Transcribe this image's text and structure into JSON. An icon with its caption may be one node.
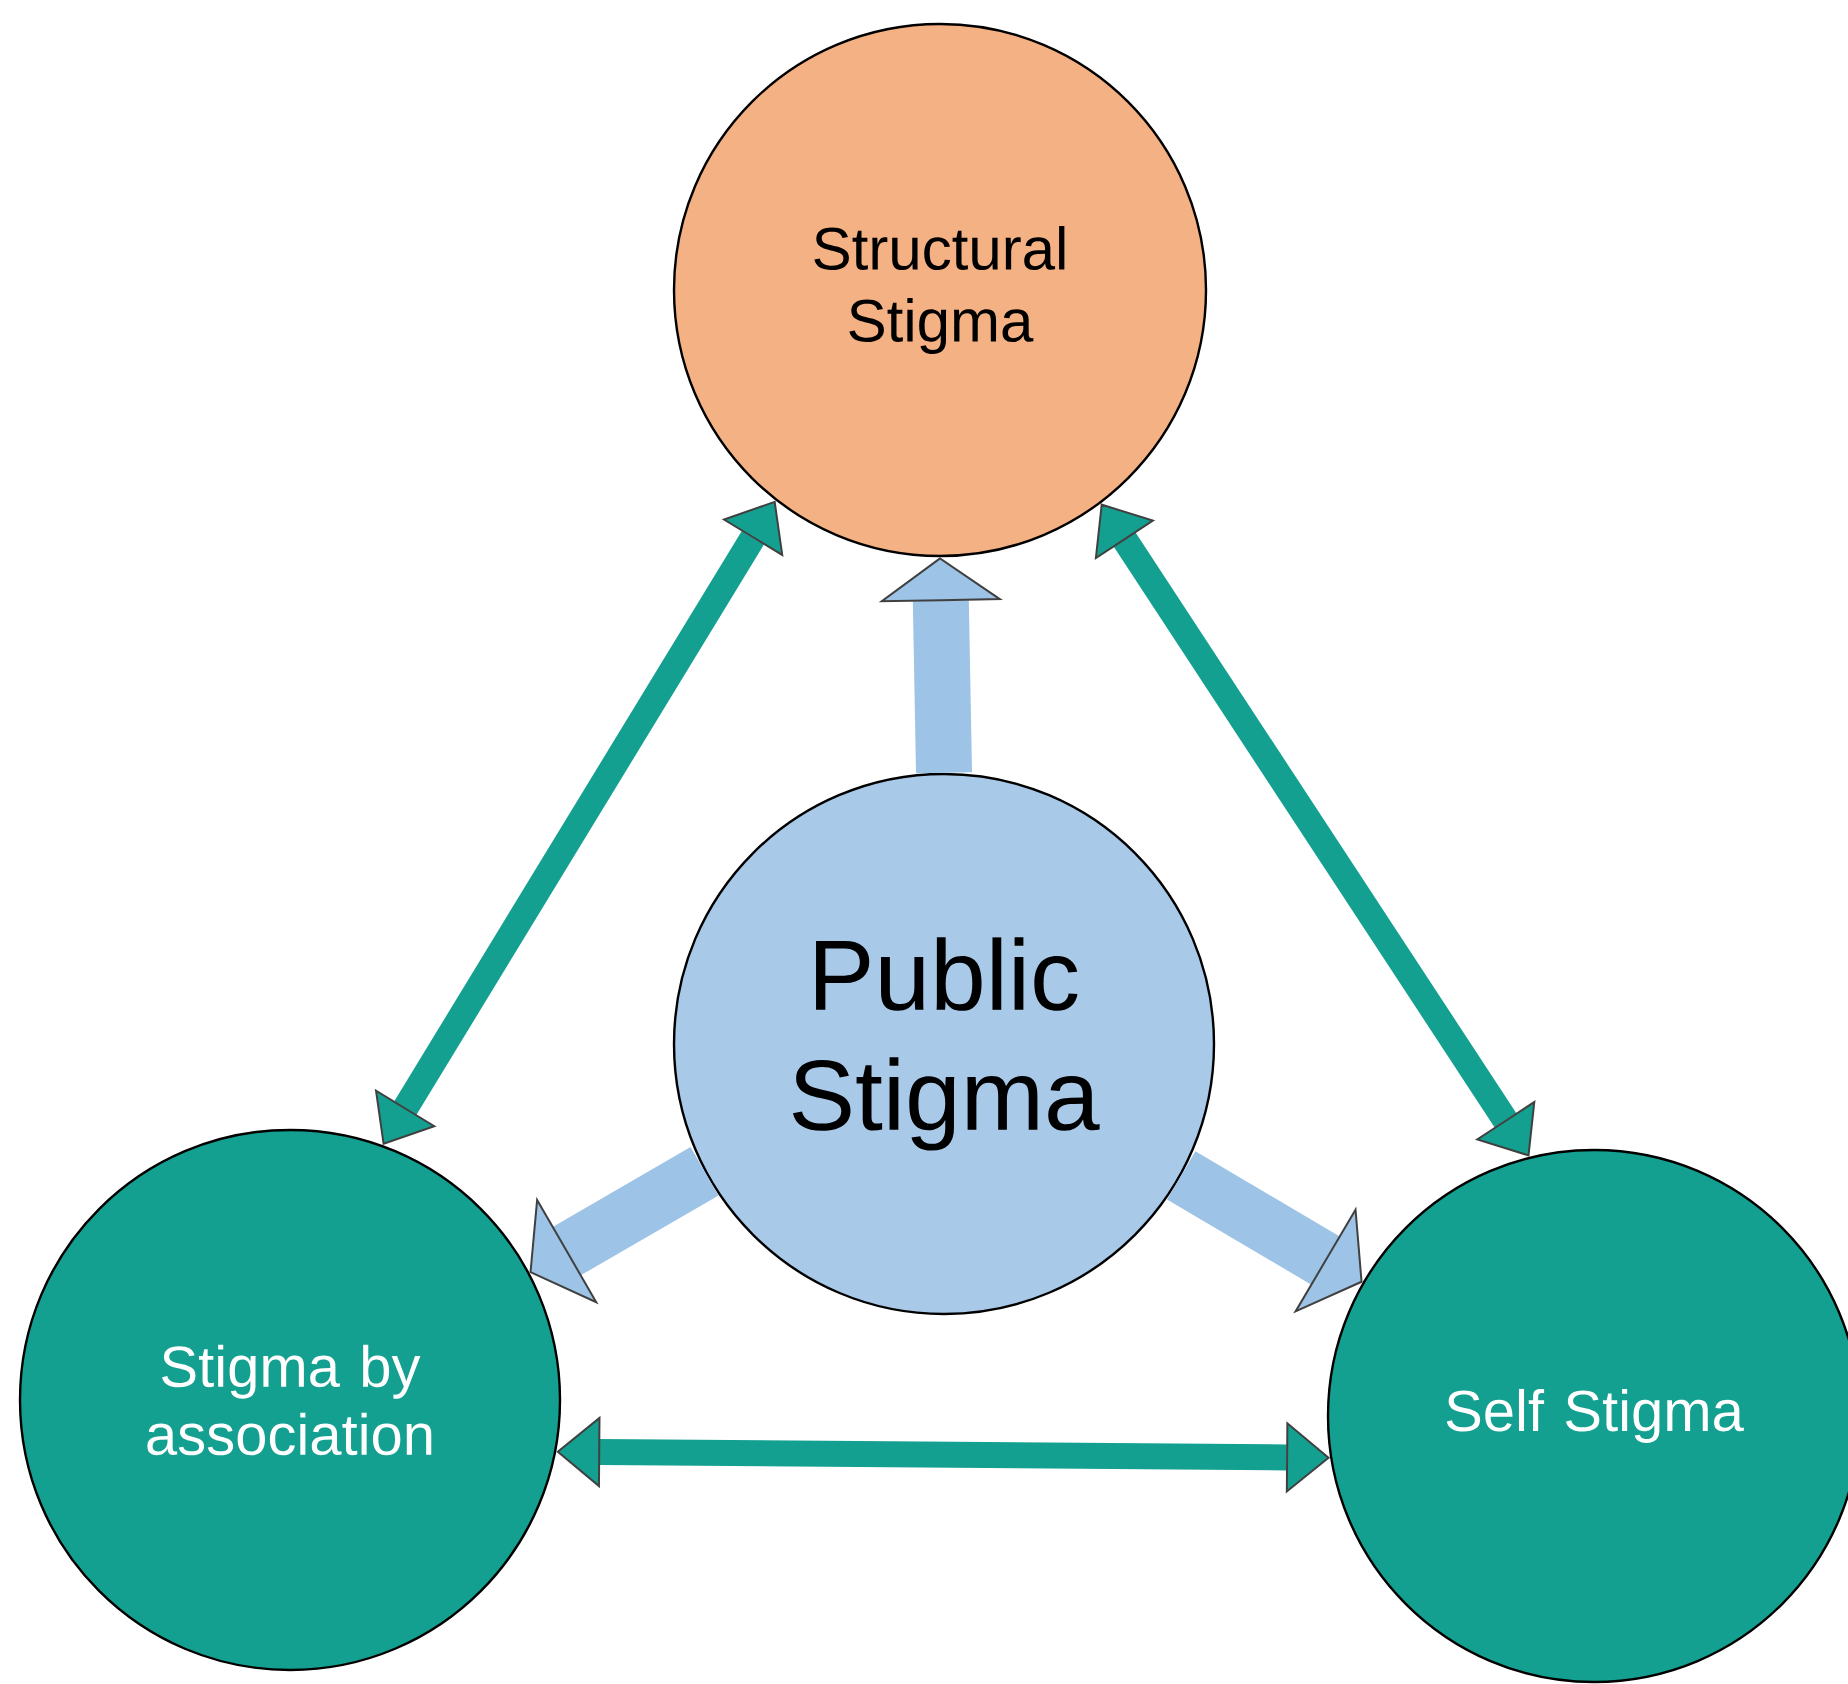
{
  "diagram": {
    "nodes": [
      {
        "text": [
          "Structural Stigma"
        ]
      },
      {
        "text": [
          "Public Stigma"
        ]
      },
      {
        "text": [
          "Stigma by association"
        ]
      },
      {
        "text": [
          "Self Stigma"
        ]
      }
    ],
    "edges": [
      {
        "from": 1,
        "to": 0,
        "arrow": "to",
        "style": "thick",
        "color": "#9dc3e6"
      },
      {
        "from": 1,
        "to": 2,
        "arrow": "to",
        "style": "thick",
        "color": "#9dc3e6"
      },
      {
        "from": 1,
        "to": 3,
        "arrow": "to",
        "style": "thick",
        "color": "#9dc3e6"
      },
      {
        "from": 0,
        "to": 2,
        "arrow": "both",
        "color": "#13a090"
      },
      {
        "from": 0,
        "to": 3,
        "arrow": "both",
        "color": "#13a090"
      },
      {
        "from": 2,
        "to": 3,
        "arrow": "both",
        "color": "#13a090"
      }
    ]
  }
}
